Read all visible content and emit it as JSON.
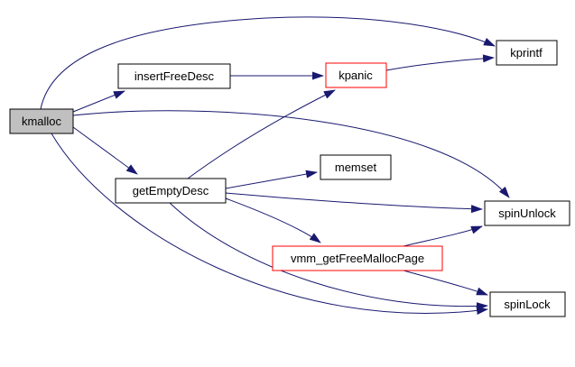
{
  "diagram": {
    "type": "function-call-graph",
    "background": "#ffffff",
    "edge_color": "#191970",
    "nodes": [
      {
        "id": "kmalloc",
        "label": "kmalloc",
        "fill": "#c0c0c0",
        "border": "#000000",
        "highlighted": true
      },
      {
        "id": "insertFreeDesc",
        "label": "insertFreeDesc",
        "fill": "#ffffff",
        "border": "#000000",
        "highlighted": false
      },
      {
        "id": "kpanic",
        "label": "kpanic",
        "fill": "#ffffff",
        "border": "#ff0000",
        "highlighted": false
      },
      {
        "id": "kprintf",
        "label": "kprintf",
        "fill": "#ffffff",
        "border": "#000000",
        "highlighted": false
      },
      {
        "id": "memset",
        "label": "memset",
        "fill": "#ffffff",
        "border": "#000000",
        "highlighted": false
      },
      {
        "id": "getEmptyDesc",
        "label": "getEmptyDesc",
        "fill": "#ffffff",
        "border": "#000000",
        "highlighted": false
      },
      {
        "id": "spinUnlock",
        "label": "spinUnlock",
        "fill": "#ffffff",
        "border": "#000000",
        "highlighted": false
      },
      {
        "id": "vmm_getFreeMallocPage",
        "label": "vmm_getFreeMallocPage",
        "fill": "#ffffff",
        "border": "#ff0000",
        "highlighted": false
      },
      {
        "id": "spinLock",
        "label": "spinLock",
        "fill": "#ffffff",
        "border": "#000000",
        "highlighted": false
      }
    ],
    "edges": [
      {
        "from": "kmalloc",
        "to": "kprintf"
      },
      {
        "from": "kmalloc",
        "to": "insertFreeDesc"
      },
      {
        "from": "kmalloc",
        "to": "getEmptyDesc"
      },
      {
        "from": "kmalloc",
        "to": "spinUnlock"
      },
      {
        "from": "kmalloc",
        "to": "spinLock"
      },
      {
        "from": "insertFreeDesc",
        "to": "kpanic"
      },
      {
        "from": "kpanic",
        "to": "kprintf"
      },
      {
        "from": "getEmptyDesc",
        "to": "kpanic"
      },
      {
        "from": "getEmptyDesc",
        "to": "memset"
      },
      {
        "from": "getEmptyDesc",
        "to": "spinUnlock"
      },
      {
        "from": "getEmptyDesc",
        "to": "vmm_getFreeMallocPage"
      },
      {
        "from": "getEmptyDesc",
        "to": "spinLock"
      },
      {
        "from": "vmm_getFreeMallocPage",
        "to": "spinUnlock"
      },
      {
        "from": "vmm_getFreeMallocPage",
        "to": "spinLock"
      }
    ]
  }
}
